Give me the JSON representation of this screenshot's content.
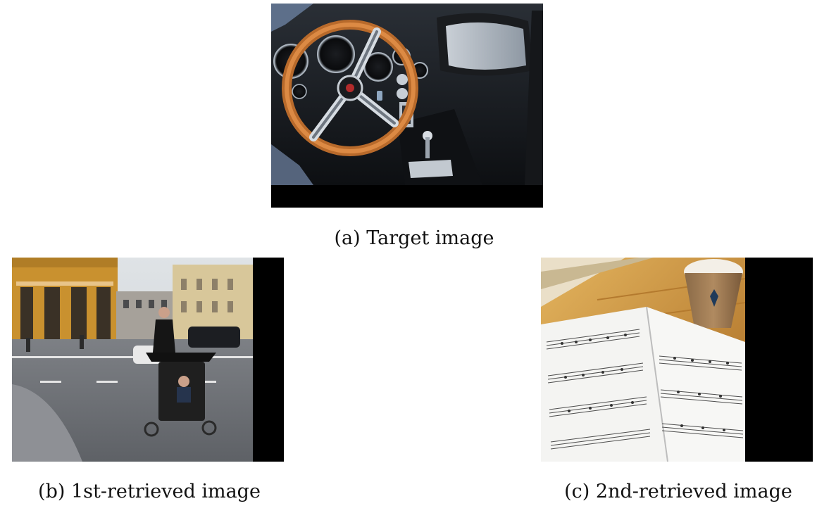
{
  "figure": {
    "panels": [
      {
        "id": "a",
        "caption": "(a) Target image",
        "subject": "car dashboard with wooden steering wheel"
      },
      {
        "id": "b",
        "caption": "(b) 1st-retrieved image",
        "subject": "woman pushing child in cargo bike on city street"
      },
      {
        "id": "c",
        "caption": "(c) 2nd-retrieved image",
        "subject": "sheet music book and coffee cup on table"
      }
    ]
  }
}
